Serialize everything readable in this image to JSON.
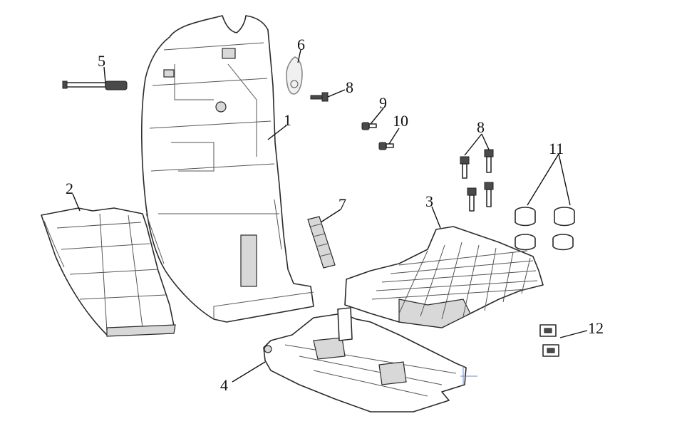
{
  "diagram": {
    "callouts": {
      "p1": "1",
      "p2": "2",
      "p3": "3",
      "p4": "4",
      "p5": "5",
      "p6": "6",
      "p7": "7",
      "p8a": "8",
      "p8b": "8",
      "p9": "9",
      "p10": "10",
      "p11": "11",
      "p12": "12"
    }
  }
}
